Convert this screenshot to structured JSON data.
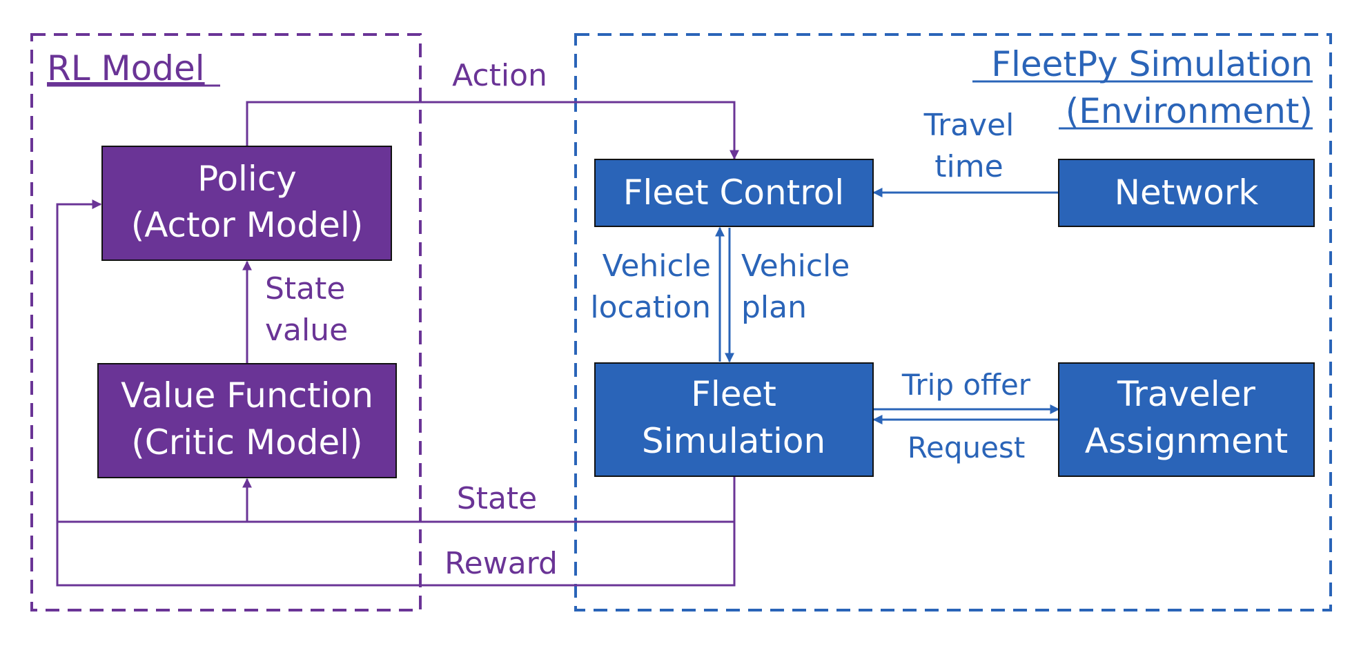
{
  "colors": {
    "purple": "#6a3496",
    "blue": "#2a64b8",
    "text_white": "#ffffff"
  },
  "rl_group": {
    "title": "RL Model"
  },
  "env_group": {
    "title_line1": "FleetPy Simulation",
    "title_line2": "(Environment)"
  },
  "boxes": {
    "policy": {
      "line1": "Policy",
      "line2": "(Actor Model)"
    },
    "value_function": {
      "line1": "Value Function",
      "line2": "(Critic Model)"
    },
    "fleet_control": {
      "line1": "Fleet Control"
    },
    "network": {
      "line1": "Network"
    },
    "fleet_simulation": {
      "line1": "Fleet",
      "line2": "Simulation"
    },
    "traveler_assignment": {
      "line1": "Traveler",
      "line2": "Assignment"
    }
  },
  "labels": {
    "action": "Action",
    "state_value_1": "State",
    "state_value_2": "value",
    "state": "State",
    "reward": "Reward",
    "travel_time_1": "Travel",
    "travel_time_2": "time",
    "vehicle_location_1": "Vehicle",
    "vehicle_location_2": "location",
    "vehicle_plan_1": "Vehicle",
    "vehicle_plan_2": "plan",
    "trip_offer": "Trip offer",
    "request": "Request"
  }
}
